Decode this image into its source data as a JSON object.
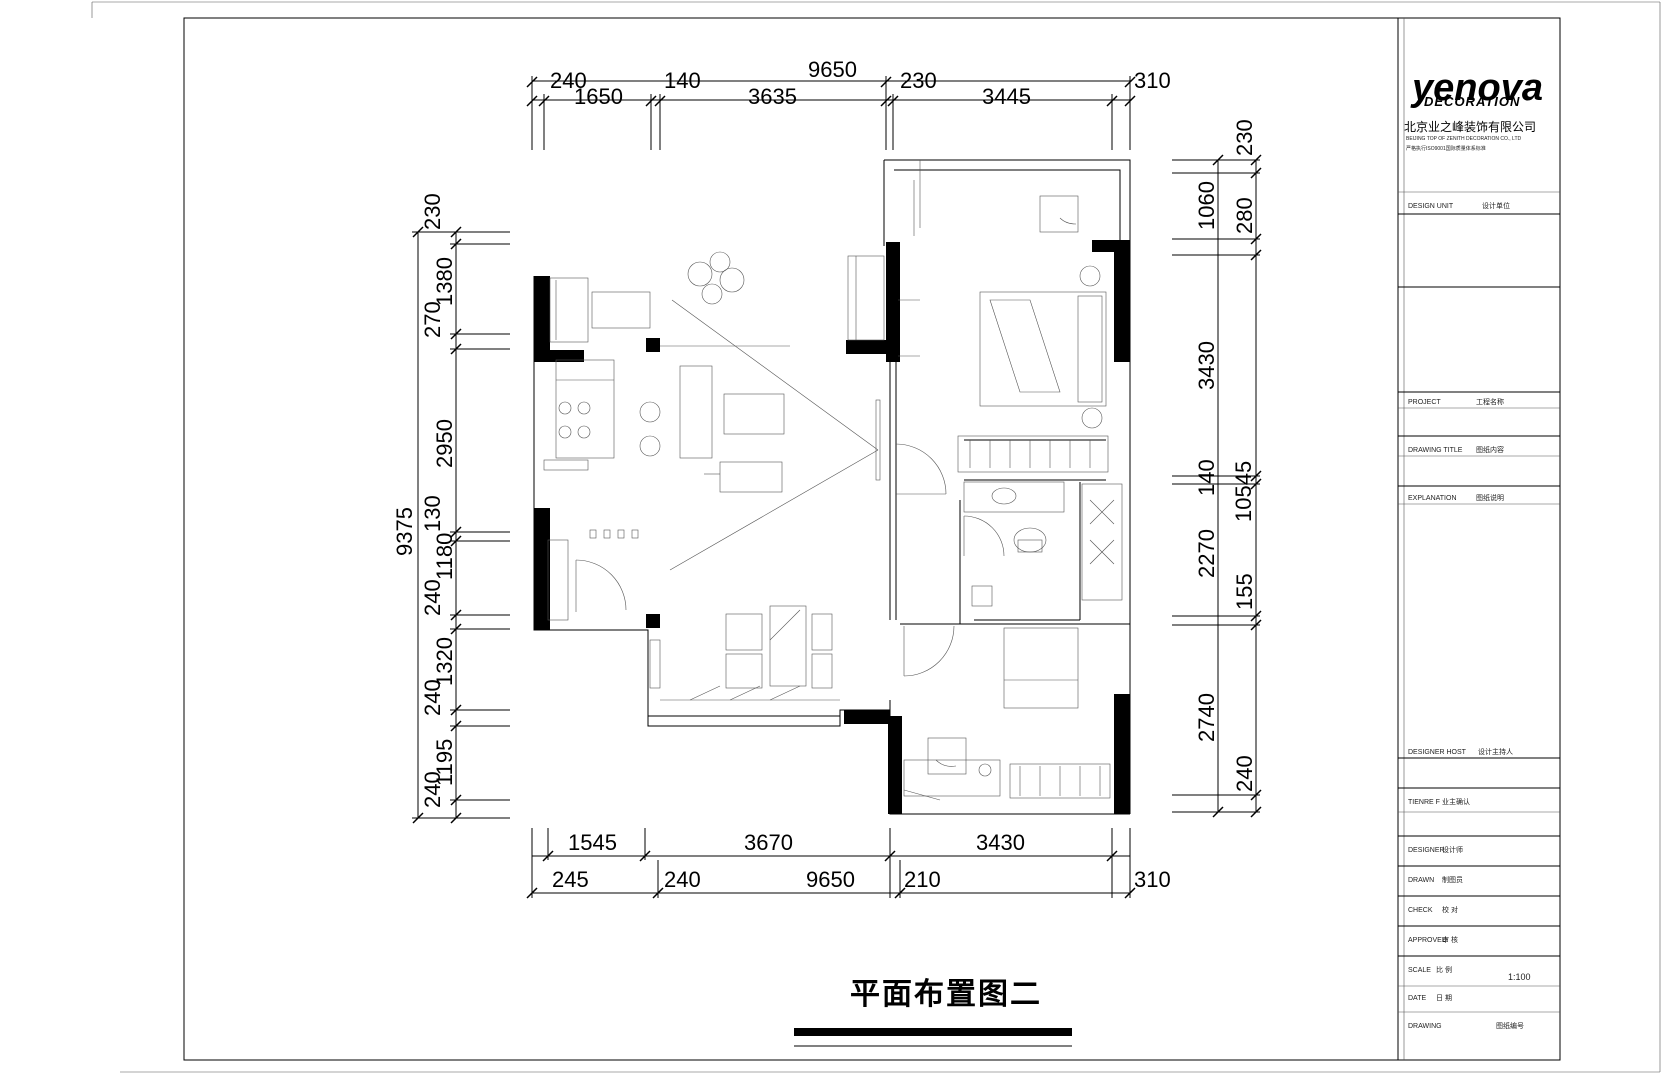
{
  "drawing": {
    "title": "平面布置图二",
    "scale": "1:100"
  },
  "dimensions": {
    "top_total": "9650",
    "top": [
      "240",
      "1650",
      "140",
      "3635",
      "230",
      "3445",
      "310"
    ],
    "bottom_row1": [
      "1545",
      "3670",
      "3430"
    ],
    "bottom_total": "9650",
    "bottom_row2": [
      "245",
      "240",
      "210",
      "310"
    ],
    "left_total": "9375",
    "left": [
      "230",
      "1380",
      "270",
      "2950",
      "130",
      "1180",
      "240",
      "1320",
      "240",
      "1195",
      "240"
    ],
    "right_total": "10545",
    "right": [
      "230",
      "1060",
      "280",
      "3430",
      "140",
      "2270",
      "155",
      "2740",
      "240"
    ]
  },
  "title_block": {
    "company_logo": "yenova",
    "company_logo_sub": "DECORATION",
    "company_cn": "北京业之峰装饰有限公司",
    "company_en": "BEIJING TOP OF ZENITH DECORATION CO., LTD",
    "company_tagline": "严格执行ISO9001国际质量体系标准",
    "rows": [
      {
        "label": "DESIGN UNIT",
        "value": "设计单位"
      },
      {
        "label": "PROJECT",
        "value": "工程名称"
      },
      {
        "label": "DRAWING TITLE",
        "value": "图纸内容"
      },
      {
        "label": "EXPLANATION",
        "value": "图纸说明"
      },
      {
        "label": "DESIGNER HOST",
        "value": "设计主持人"
      },
      {
        "label": "TIENRE F",
        "value": "业主确认"
      },
      {
        "label": "DESIGNER",
        "value": "设计师"
      },
      {
        "label": "DRAWN",
        "value": "制图员"
      },
      {
        "label": "CHECK",
        "value": "校 对"
      },
      {
        "label": "APPROVED",
        "value": "审 核"
      },
      {
        "label": "SCALE",
        "value": "比 例"
      },
      {
        "label": "DATE",
        "value": "日 期"
      },
      {
        "label": "DRAWING",
        "value": "图纸编号"
      }
    ]
  }
}
